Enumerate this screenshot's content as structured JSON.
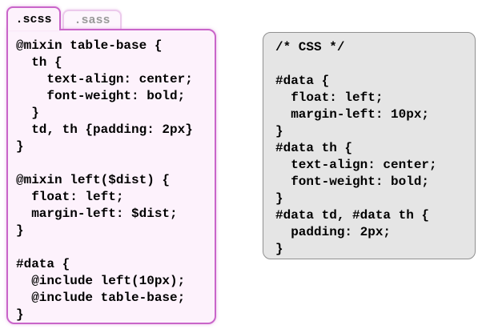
{
  "theme": {
    "accent_border": "#c965c9",
    "panel_pink_bg": "#fdf2fc",
    "inactive_tab_bg": "#fdf6fd",
    "inactive_tab_border": "#eccaec",
    "inactive_tab_text": "#999999",
    "css_panel_bg": "#e5e5e5",
    "css_panel_border": "#909090",
    "code_text": "#000000"
  },
  "scss_panel": {
    "tabs": [
      {
        "id": "scss",
        "label": ".scss",
        "active": true
      },
      {
        "id": "sass",
        "label": ".sass",
        "active": false
      }
    ],
    "code": "@mixin table-base {\n  th {\n    text-align: center;\n    font-weight: bold;\n  }\n  td, th {padding: 2px}\n}\n\n@mixin left($dist) {\n  float: left;\n  margin-left: $dist;\n}\n\n#data {\n  @include left(10px);\n  @include table-base;\n}"
  },
  "css_panel": {
    "code": "/* CSS */\n\n#data {\n  float: left;\n  margin-left: 10px;\n}\n#data th {\n  text-align: center;\n  font-weight: bold;\n}\n#data td, #data th {\n  padding: 2px;\n}"
  }
}
